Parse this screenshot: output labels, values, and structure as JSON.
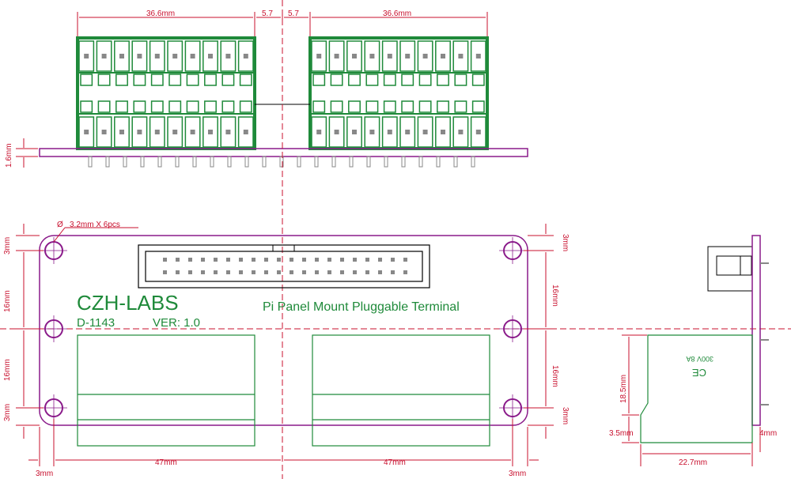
{
  "colors": {
    "pcb_outline": "#8a1a8a",
    "component": "#1f8a3a",
    "dimension": "#c8102e",
    "pin": "#888888"
  },
  "top_view": {
    "dim_left_width": "36.6mm",
    "dim_gap_left": "5.7",
    "dim_gap_right": "5.7",
    "dim_right_width": "36.6mm",
    "dim_board_thickness": "1.6mm"
  },
  "front_view": {
    "hole_note": "3.2mm X 6pcs",
    "brand": "CZH-LABS",
    "part_number": "D-1143",
    "version": "VER: 1.0",
    "title": "Pi Panel Mount Pluggable Terminal",
    "dim_top_left": "3mm",
    "dim_left_upper": "16mm",
    "dim_left_lower": "16mm",
    "dim_bottom_left_v": "3mm",
    "dim_top_right": "3mm",
    "dim_right_upper": "16mm",
    "dim_right_lower": "16mm",
    "dim_bottom_right_v": "3mm",
    "dim_bottom_left_h": "3mm",
    "dim_width_left": "47mm",
    "dim_width_right": "47mm",
    "dim_bottom_right_h": "3mm"
  },
  "side_view": {
    "marking_ce": "CE",
    "marking_rating": "300V 8A",
    "dim_height": "18.5mm",
    "dim_offset": "3.5mm",
    "dim_depth": "22.7mm",
    "dim_edge": "4mm"
  }
}
